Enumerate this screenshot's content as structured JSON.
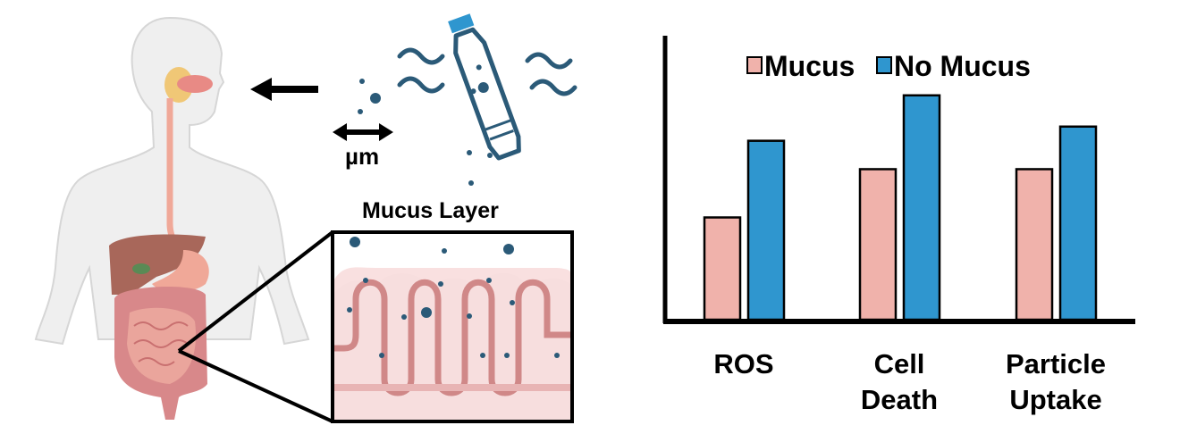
{
  "illustration": {
    "scale_label": "µm",
    "inset_title": "Mucus Layer"
  },
  "colors": {
    "mucus": "#f0b2ab",
    "no_mucus": "#2f96cf",
    "particle": "#2b5a78",
    "bottle_cap": "#2f96cf"
  },
  "chart_data": {
    "type": "bar",
    "categories": [
      "ROS",
      "Cell Death",
      "Particle Uptake"
    ],
    "category_lines": [
      [
        "ROS"
      ],
      [
        "Cell",
        "Death"
      ],
      [
        "Particle",
        "Uptake"
      ]
    ],
    "series": [
      {
        "name": "Mucus",
        "values": [
          36,
          53,
          53
        ]
      },
      {
        "name": "No Mucus",
        "values": [
          63,
          79,
          68
        ]
      }
    ],
    "ylim": [
      0,
      100
    ],
    "title": "",
    "xlabel": "",
    "ylabel": "",
    "grid": false,
    "legend": "top-center"
  }
}
